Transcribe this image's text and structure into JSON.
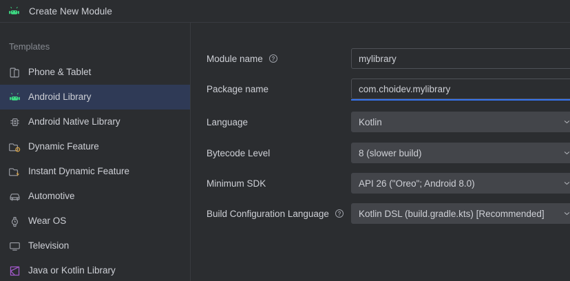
{
  "window": {
    "title": "Create New Module",
    "app_icon": "android-robot-icon"
  },
  "sidebar": {
    "header": "Templates",
    "items": [
      {
        "label": "Phone & Tablet",
        "icon": "phone-tablet-icon",
        "selected": false
      },
      {
        "label": "Android Library",
        "icon": "android-robot-icon",
        "selected": true
      },
      {
        "label": "Android Native Library",
        "icon": "native-chip-icon",
        "selected": false
      },
      {
        "label": "Dynamic Feature",
        "icon": "dynamic-feature-folder-icon",
        "selected": false
      },
      {
        "label": "Instant Dynamic Feature",
        "icon": "instant-feature-folder-icon",
        "selected": false
      },
      {
        "label": "Automotive",
        "icon": "car-icon",
        "selected": false
      },
      {
        "label": "Wear OS",
        "icon": "watch-icon",
        "selected": false
      },
      {
        "label": "Television",
        "icon": "television-icon",
        "selected": false
      },
      {
        "label": "Java or Kotlin Library",
        "icon": "kotlin-library-icon",
        "selected": false
      }
    ]
  },
  "form": {
    "rows": [
      {
        "label": "Module name",
        "help": true,
        "type": "text",
        "value": "mylibrary",
        "focused": false
      },
      {
        "label": "Package name",
        "help": false,
        "type": "text",
        "value": "com.choidev.mylibrary",
        "focused": true
      },
      {
        "label": "Language",
        "help": false,
        "type": "combo",
        "value": "Kotlin",
        "focused": false
      },
      {
        "label": "Bytecode Level",
        "help": false,
        "type": "combo",
        "value": "8 (slower build)",
        "focused": false
      },
      {
        "label": "Minimum SDK",
        "help": false,
        "type": "combo",
        "value": "API 26 (\"Oreo\"; Android 8.0)",
        "focused": false
      },
      {
        "label": "Build Configuration Language",
        "help": true,
        "type": "combo",
        "value": "Kotlin DSL (build.gradle.kts) [Recommended]",
        "focused": false
      }
    ]
  },
  "colors": {
    "background": "#2B2D30",
    "selection": "#2F3A56",
    "accent": "#3574F0",
    "android_green": "#3DDC84",
    "kotlin_purple": "#A259CA",
    "text": "#CED0D6",
    "muted_text": "#868A91",
    "combo_background": "#43454A",
    "border": "#4E5157"
  }
}
